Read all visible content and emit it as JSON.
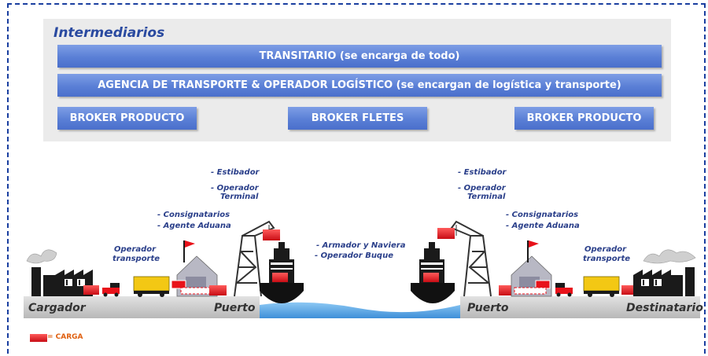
{
  "intermediarios": {
    "title": "Intermediarios",
    "transitario": "TRANSITARIO (se encarga de todo)",
    "agencia": "AGENCIA DE TRANSPORTE & OPERADOR LOGÍSTICO (se encargan de logística y transporte)",
    "brokers": [
      "BROKER PRODUCTO",
      "BROKER FLETES",
      "BROKER PRODUCTO"
    ]
  },
  "roles": {
    "estibador_left": "- Estibador",
    "operador_terminal_left_1": "- Operador",
    "operador_terminal_left_2": "Terminal",
    "consignatarios_left": "- Consignatarios",
    "agente_aduana_left": "- Agente Aduana",
    "operador_transporte_left_1": "Operador",
    "operador_transporte_left_2": "transporte",
    "armador": "- Armador y Naviera",
    "operador_buque": "- Operador Buque",
    "estibador_right": "- Estibador",
    "operador_terminal_right_1": "- Operador",
    "operador_terminal_right_2": "Terminal",
    "consignatarios_right": "- Consignatarios",
    "agente_aduana_right": "- Agente Aduana",
    "operador_transporte_right_1": "Operador",
    "operador_transporte_right_2": "transporte"
  },
  "ground": {
    "cargador": "Cargador",
    "puerto_left": "Puerto",
    "puerto_right": "Puerto",
    "destinatario": "Destinatario"
  },
  "legend": {
    "carga": "= CARGA",
    "carga_color": "#e8121a"
  },
  "colors": {
    "frame": "#1a3fa0",
    "bar": "#5a7fd6",
    "panel": "#ebebeb",
    "label_text": "#2a3f8a",
    "ground": "#c8c8c8",
    "water": "#5aa8e6"
  }
}
